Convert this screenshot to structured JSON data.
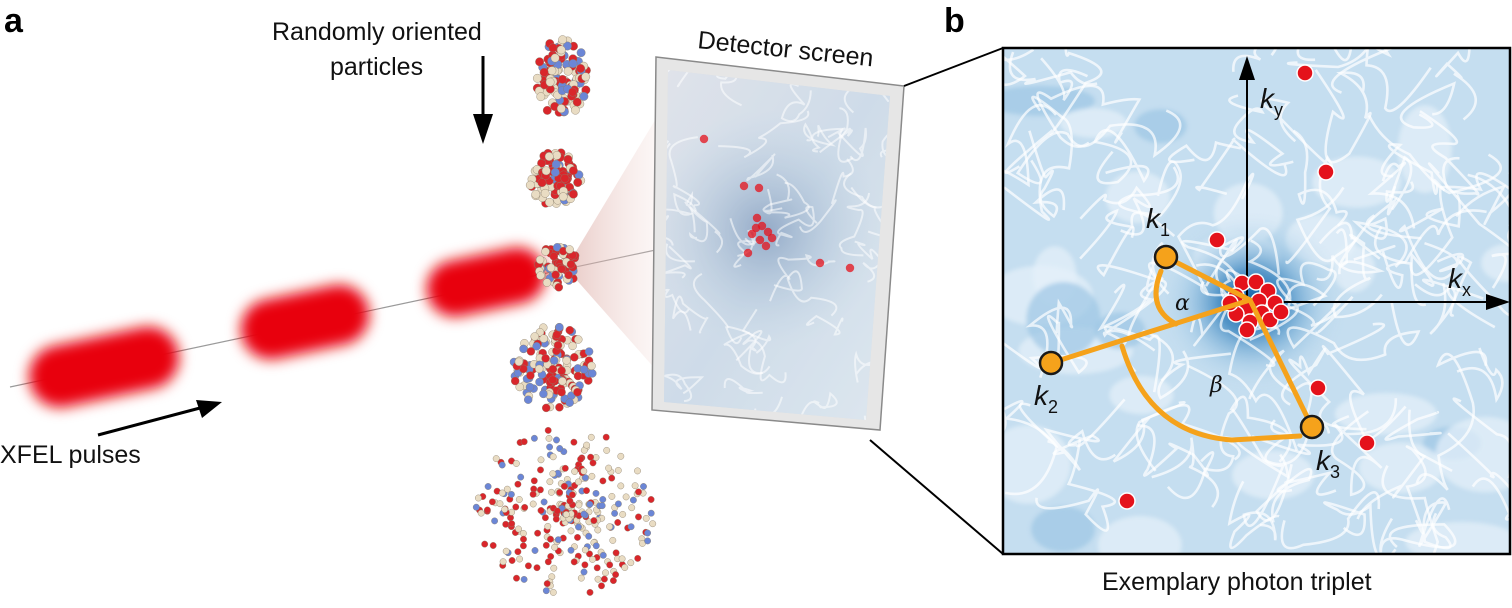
{
  "panel_a": {
    "letter": "a",
    "particles_label_line1": "Randomly oriented",
    "particles_label_line2": "particles",
    "detector_label": "Detector screen",
    "pulses_label": "XFEL pulses"
  },
  "panel_b": {
    "letter": "b",
    "caption": "Exemplary photon triplet",
    "kx": {
      "base": "k",
      "sub": "x"
    },
    "ky": {
      "base": "k",
      "sub": "y"
    },
    "k1": {
      "base": "k",
      "sub": "1"
    },
    "k2": {
      "base": "k",
      "sub": "2"
    },
    "k3": {
      "base": "k",
      "sub": "3"
    },
    "alpha": "α",
    "beta": "β"
  },
  "colors": {
    "pulse_red": "#e8000b",
    "photon_red": "#e4121b",
    "triplet_orange": "#f5a21b",
    "detector_blue": "#2b7bb9",
    "atom_red": "#d9262b",
    "atom_blue": "#6b86d6",
    "atom_beige": "#e9dcc3"
  }
}
